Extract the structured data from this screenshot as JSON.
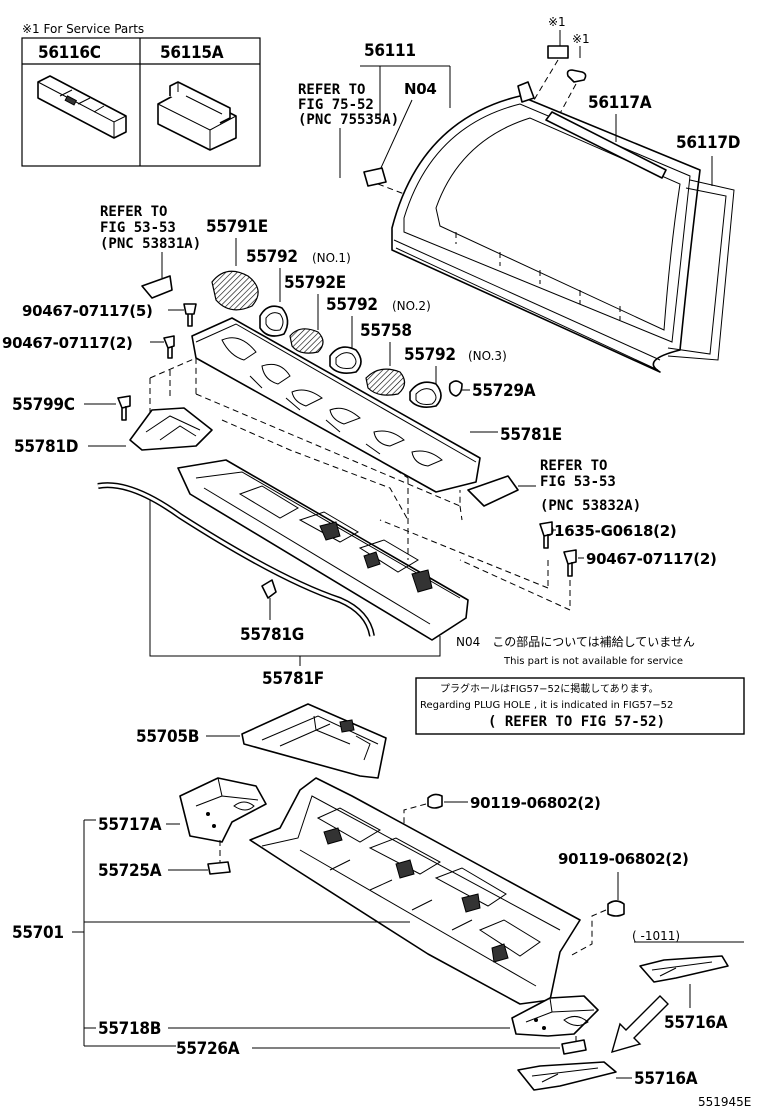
{
  "service_box": {
    "title": "※1 For Service Parts",
    "left_pn": "56116C",
    "right_pn": "56115A"
  },
  "labels": {
    "p56111": "56111",
    "mark1a": "※1",
    "mark1b": "※1",
    "ref75_1": "REFER TO",
    "ref75_2": "FIG 75-52",
    "ref75_3": "(PNC 75535A)",
    "n04": "N04",
    "p56117A": "56117A",
    "p56117D": "56117D",
    "ref5353a_1": "REFER TO",
    "ref5353a_2": "FIG 53-53",
    "ref5353a_3": "(PNC 53831A)",
    "p55791E": "55791E",
    "p55792_1": "55792",
    "no1": "(NO.1)",
    "p55792E": "55792E",
    "p55792_2": "55792",
    "no2": "(NO.2)",
    "p55758": "55758",
    "p55792_3": "55792",
    "no3": "(NO.3)",
    "p55729A": "55729A",
    "p90467_5": "90467-07117(5)",
    "p90467_2a": "90467-07117(2)",
    "p55799C": "55799C",
    "p55781D": "55781D",
    "p55781E": "55781E",
    "ref5353b_1": "REFER TO",
    "ref5353b_2": "FIG 53-53",
    "ref5353b_3": "(PNC 53832A)",
    "p91635": "91635-G0618(2)",
    "p90467_2b": "90467-07117(2)",
    "p55781G": "55781G",
    "p55781F": "55781F",
    "n04_note_jp": "N04　この部品については補給していません",
    "n04_note_en": "This part is not available for service",
    "plug_jp": "プラグホールはFIG57−52に掲載してあります。",
    "plug_en": "Regarding PLUG HOLE , it is indicated in FIG57−52",
    "plug_ref": "( REFER TO FIG 57-52)",
    "p55705B": "55705B",
    "p90119_a": "90119-06802(2)",
    "p55717A": "55717A",
    "p55725A": "55725A",
    "p90119_b": "90119-06802(2)",
    "p55701": "55701",
    "range": "(      -1011)",
    "p55716A_1": "55716A",
    "p55718B": "55718B",
    "p55726A": "55726A",
    "p55716A_2": "55716A",
    "fig_id": "551945E"
  }
}
